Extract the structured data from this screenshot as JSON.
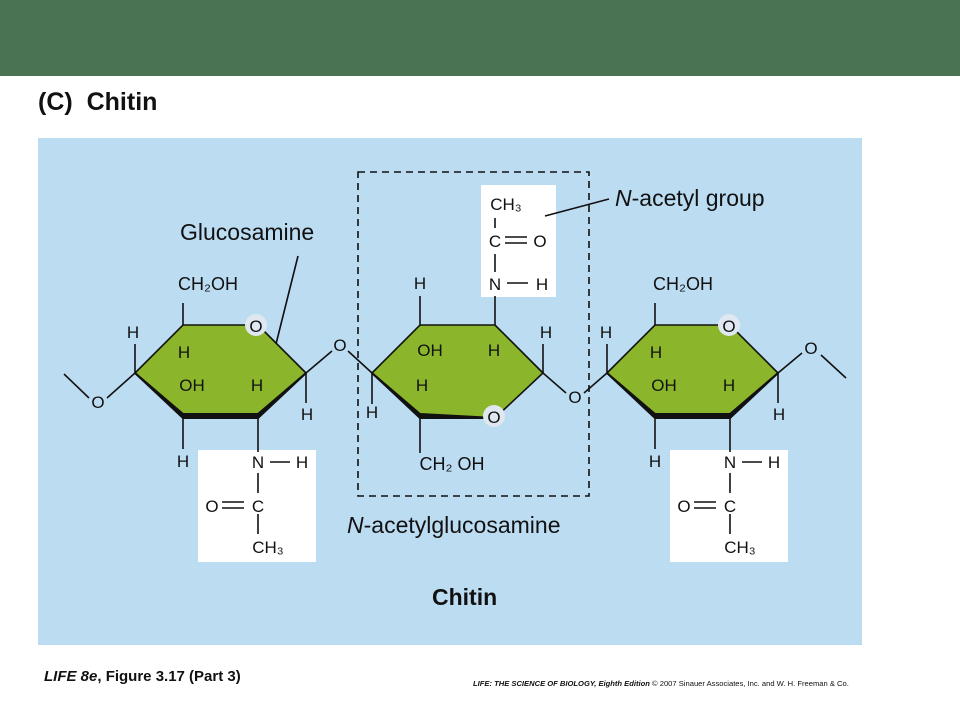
{
  "header": {
    "part_title": "(C)  Chitin"
  },
  "diagram": {
    "left_ring": {
      "ring_oxygen": "O",
      "ch2oh": "CH2OH",
      "c1_h": "H",
      "c4_h_up": "H",
      "c4_h_in": "H",
      "c3_oh": "OH",
      "c2_h": "H",
      "c3_h_down": "H",
      "c1_h_down": "H",
      "bridge_o_left": "O",
      "bridge_o_right": "O",
      "amide": {
        "n": "N",
        "nh_h": "H",
        "o": "O",
        "c": "C",
        "ch3": "CH3"
      }
    },
    "middle_ring": {
      "h_top": "H",
      "oh_in": "OH",
      "h_in_right": "H",
      "h_c1_up": "H",
      "h_c4_down": "H",
      "h_c3_in": "H",
      "ring_oxygen": "O",
      "ch2oh": "CH2 OH",
      "bridge_o_right": "O",
      "amide": {
        "ch3": "CH3",
        "c": "C",
        "o": "O",
        "n": "N",
        "nh_h": "H"
      }
    },
    "right_ring": {
      "ring_oxygen": "O",
      "ch2oh": "CH2OH",
      "c4_h_up": "H",
      "c4_h_in": "H",
      "c3_oh": "OH",
      "c2_h": "H",
      "c3_h_down": "H",
      "c1_h_down": "H",
      "bridge_o_right": "O",
      "amide": {
        "n": "N",
        "nh_h": "H",
        "o": "O",
        "c": "C",
        "ch3": "CH3"
      }
    },
    "labels": {
      "glucosamine": "Glucosamine",
      "n_acetyl_italic": "N",
      "n_acetyl_group_rest": "-acetyl group",
      "n_acetylglucosamine_rest": "-acetylglucosamine",
      "chitin": "Chitin"
    },
    "colors": {
      "ring_fill": "#8bb52a",
      "panel": "#bcdcf2",
      "header_bar": "#4a7353",
      "ring_oxygen_halo": "#dfe8f0"
    }
  },
  "footer": {
    "left_italic": "LIFE 8e",
    "left_rest": ", Figure 3.17 (Part 3)",
    "right_italic": "LIFE: THE SCIENCE OF BIOLOGY, Eighth Edition",
    "right_rest": "  © 2007 Sinauer Associates, Inc. and W. H. Freeman & Co."
  }
}
